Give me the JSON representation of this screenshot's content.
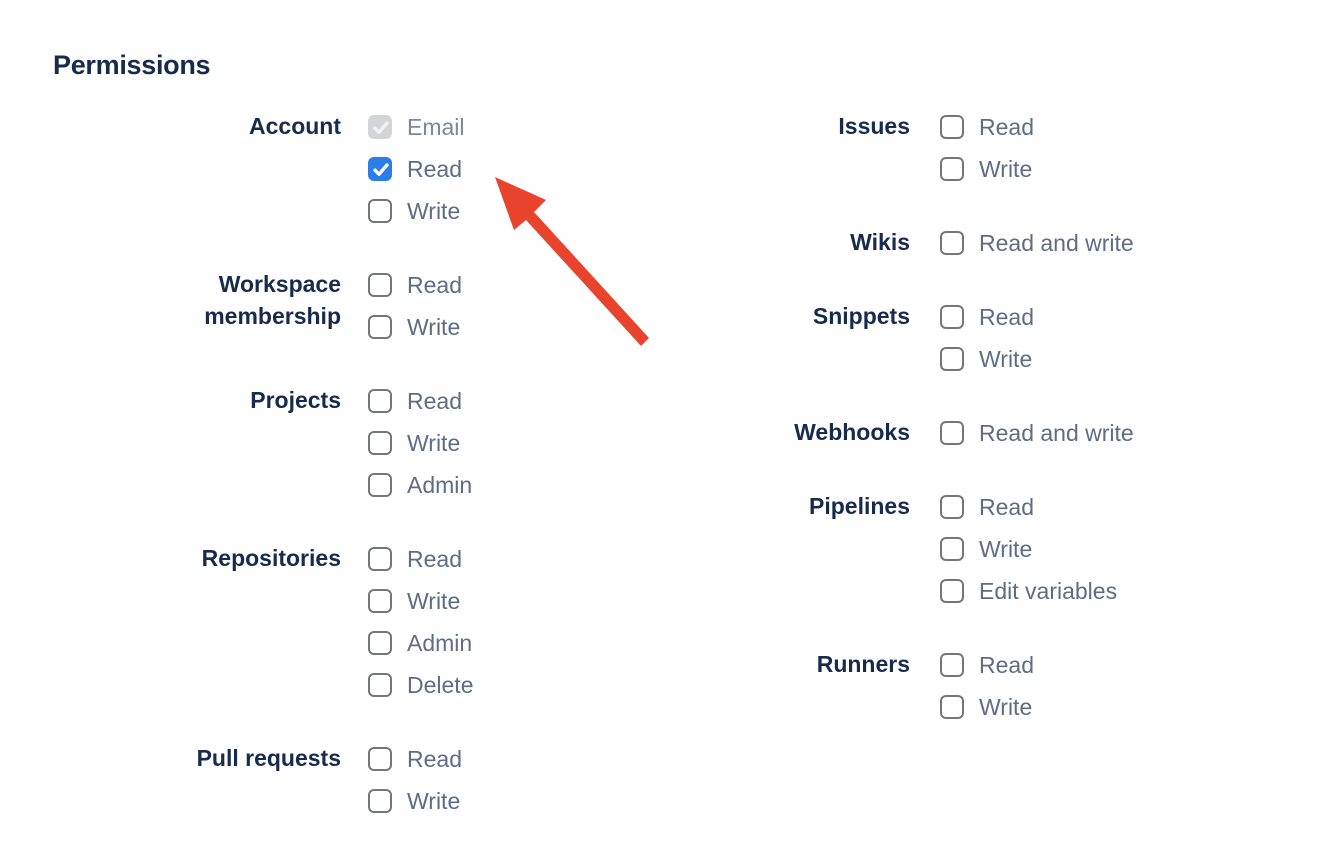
{
  "heading": "Permissions",
  "permissions": {
    "columns": [
      {
        "groups": [
          {
            "label": "Account",
            "options": [
              {
                "label": "Email",
                "checked": true,
                "disabled": true
              },
              {
                "label": "Read",
                "checked": true,
                "disabled": false
              },
              {
                "label": "Write",
                "checked": false,
                "disabled": false
              }
            ]
          },
          {
            "label": "Workspace membership",
            "options": [
              {
                "label": "Read",
                "checked": false,
                "disabled": false
              },
              {
                "label": "Write",
                "checked": false,
                "disabled": false
              }
            ]
          },
          {
            "label": "Projects",
            "options": [
              {
                "label": "Read",
                "checked": false,
                "disabled": false
              },
              {
                "label": "Write",
                "checked": false,
                "disabled": false
              },
              {
                "label": "Admin",
                "checked": false,
                "disabled": false
              }
            ]
          },
          {
            "label": "Repositories",
            "options": [
              {
                "label": "Read",
                "checked": false,
                "disabled": false
              },
              {
                "label": "Write",
                "checked": false,
                "disabled": false
              },
              {
                "label": "Admin",
                "checked": false,
                "disabled": false
              },
              {
                "label": "Delete",
                "checked": false,
                "disabled": false
              }
            ]
          },
          {
            "label": "Pull requests",
            "options": [
              {
                "label": "Read",
                "checked": false,
                "disabled": false
              },
              {
                "label": "Write",
                "checked": false,
                "disabled": false
              }
            ]
          }
        ]
      },
      {
        "groups": [
          {
            "label": "Issues",
            "options": [
              {
                "label": "Read",
                "checked": false,
                "disabled": false
              },
              {
                "label": "Write",
                "checked": false,
                "disabled": false
              }
            ]
          },
          {
            "label": "Wikis",
            "options": [
              {
                "label": "Read and write",
                "checked": false,
                "disabled": false
              }
            ]
          },
          {
            "label": "Snippets",
            "options": [
              {
                "label": "Read",
                "checked": false,
                "disabled": false
              },
              {
                "label": "Write",
                "checked": false,
                "disabled": false
              }
            ]
          },
          {
            "label": "Webhooks",
            "options": [
              {
                "label": "Read and write",
                "checked": false,
                "disabled": false
              }
            ]
          },
          {
            "label": "Pipelines",
            "options": [
              {
                "label": "Read",
                "checked": false,
                "disabled": false
              },
              {
                "label": "Write",
                "checked": false,
                "disabled": false
              },
              {
                "label": "Edit variables",
                "checked": false,
                "disabled": false
              }
            ]
          },
          {
            "label": "Runners",
            "options": [
              {
                "label": "Read",
                "checked": false,
                "disabled": false
              },
              {
                "label": "Write",
                "checked": false,
                "disabled": false
              }
            ]
          }
        ]
      }
    ]
  },
  "annotation": {
    "type": "arrow",
    "color": "#E8432C",
    "points_at": "account-read-checkbox"
  },
  "colors": {
    "heading_text": "#172B4D",
    "group_label_text": "#172B4D",
    "option_label_text": "#5E6C84",
    "option_label_disabled_text": "#7D8797",
    "checkbox_border": "#73767C",
    "checkbox_checked_bg": "#2B7DE9",
    "checkbox_disabled_bg": "#D2D4D8",
    "arrow": "#E8432C"
  }
}
